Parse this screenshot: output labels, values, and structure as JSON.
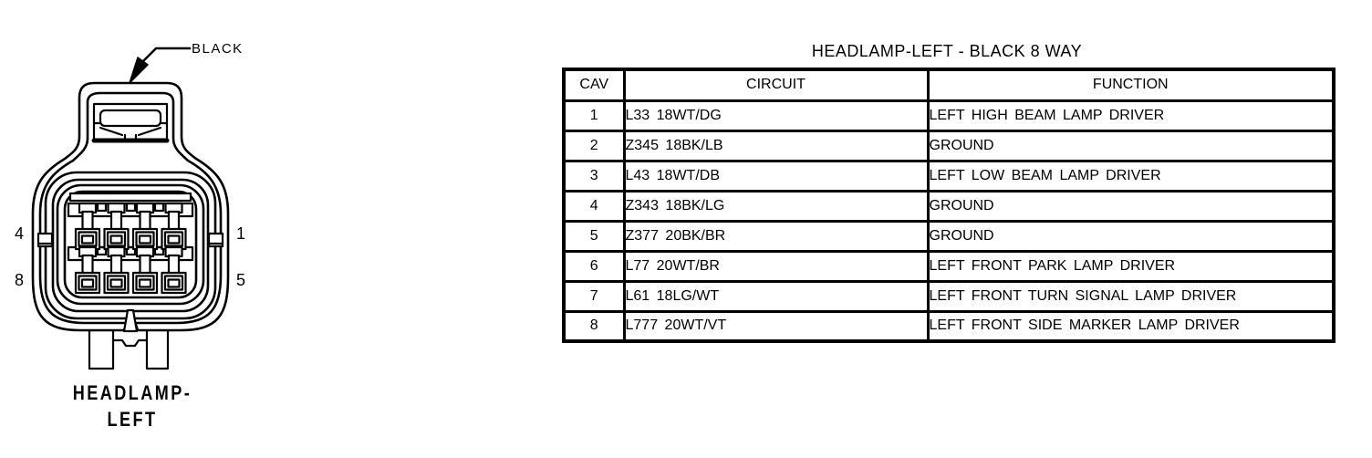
{
  "colors": {
    "ink": "#000000",
    "paper": "#ffffff"
  },
  "diagram": {
    "color_callout": "BLACK",
    "pin_numbers": {
      "top_left": "4",
      "bottom_left": "8",
      "top_right": "1",
      "bottom_right": "5"
    },
    "caption_line1": "HEADLAMP-",
    "caption_line2": "LEFT"
  },
  "table": {
    "title": "HEADLAMP-LEFT - BLACK 8 WAY",
    "columns": [
      "CAV",
      "CIRCUIT",
      "FUNCTION"
    ],
    "rows": [
      {
        "cav": "1",
        "circuit": "L33 18WT/DG",
        "function": "LEFT HIGH BEAM LAMP DRIVER"
      },
      {
        "cav": "2",
        "circuit": "Z345 18BK/LB",
        "function": "GROUND"
      },
      {
        "cav": "3",
        "circuit": "L43 18WT/DB",
        "function": "LEFT LOW BEAM LAMP DRIVER"
      },
      {
        "cav": "4",
        "circuit": "Z343 18BK/LG",
        "function": "GROUND"
      },
      {
        "cav": "5",
        "circuit": "Z377 20BK/BR",
        "function": "GROUND"
      },
      {
        "cav": "6",
        "circuit": "L77 20WT/BR",
        "function": "LEFT FRONT PARK LAMP DRIVER"
      },
      {
        "cav": "7",
        "circuit": "L61 18LG/WT",
        "function": "LEFT FRONT TURN SIGNAL LAMP DRIVER"
      },
      {
        "cav": "8",
        "circuit": "L777 20WT/VT",
        "function": "LEFT FRONT SIDE MARKER LAMP DRIVER"
      }
    ]
  }
}
